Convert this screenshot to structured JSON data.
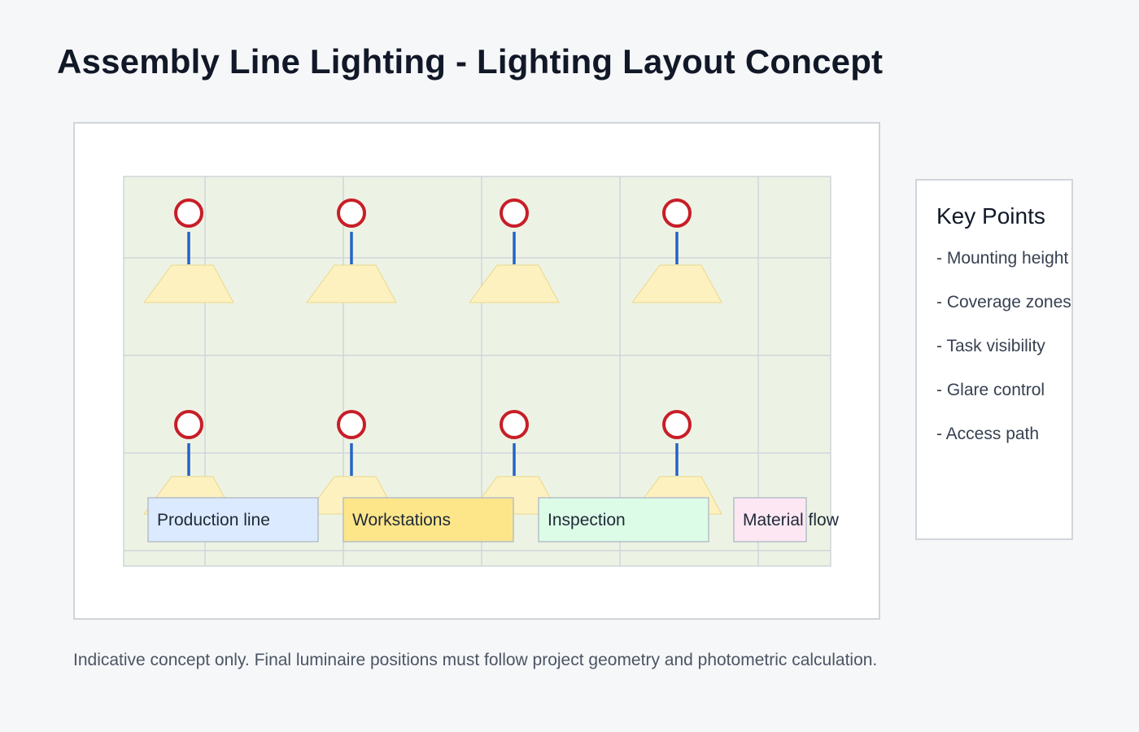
{
  "title": "Assembly Line Lighting - Lighting Layout Concept",
  "diagram": {
    "zones": [
      {
        "label": "Production line",
        "color": "#dbeafe"
      },
      {
        "label": "Workstations",
        "color": "#fde68a"
      },
      {
        "label": "Inspection",
        "color": "#dcfce7"
      },
      {
        "label": "Material flow",
        "color": "#fce7f3"
      }
    ],
    "colors": {
      "floor": "#edf3e4",
      "grid": "#d1d5db",
      "fixture_ring": "#c81e28",
      "stem": "#2563c4",
      "light_cone": "#fdf1c0"
    }
  },
  "key_points": {
    "title": "Key Points",
    "items": [
      "- Mounting height",
      "- Coverage zones",
      "- Task visibility",
      "- Glare control",
      "- Access path"
    ]
  },
  "footnote": "Indicative concept only. Final luminaire positions must follow project geometry and photometric calculation."
}
